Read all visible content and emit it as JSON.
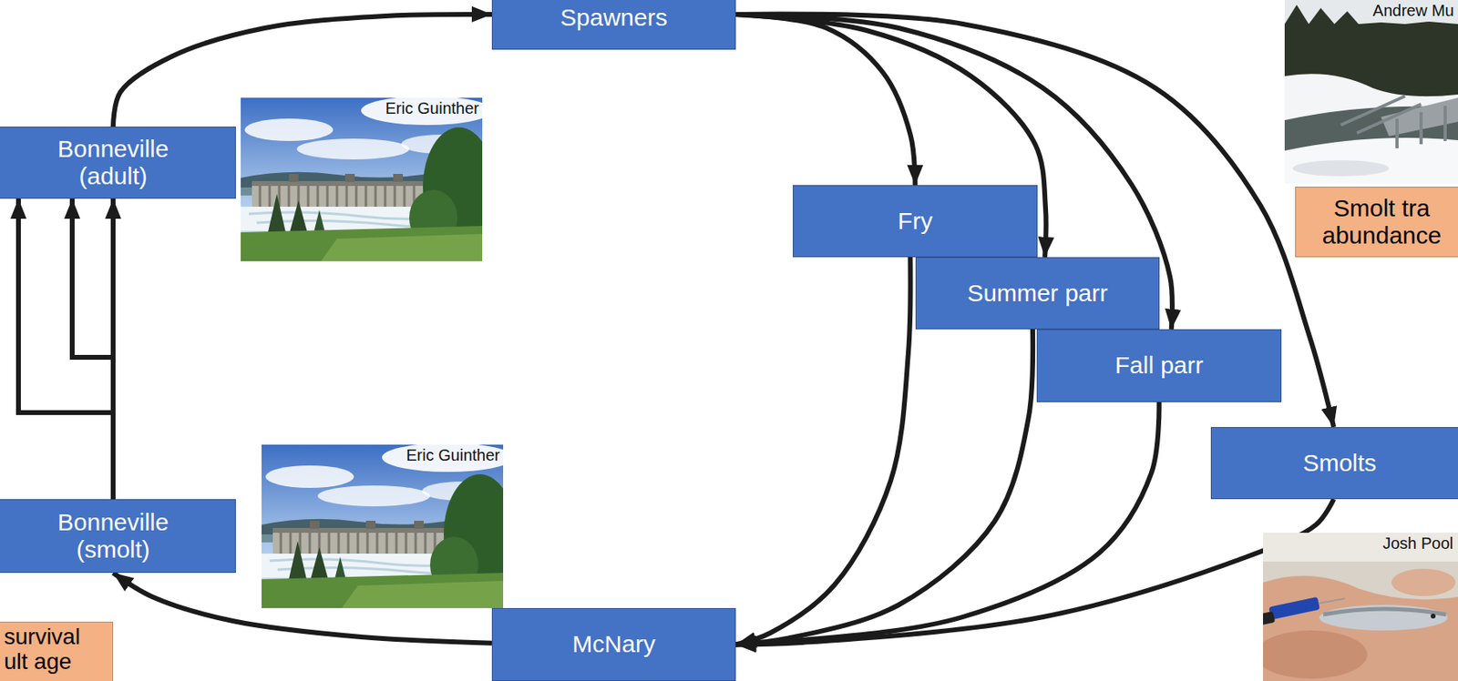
{
  "diagram": {
    "nodes": [
      {
        "text": [
          "Spawners"
        ]
      },
      {
        "text": [
          "Bonneville (adult)"
        ]
      },
      {
        "text": [
          "Fry"
        ]
      },
      {
        "text": [
          "Smolt tra abundance"
        ]
      },
      {
        "text": [
          "Summer parr"
        ]
      },
      {
        "text": [
          "Fall parr"
        ]
      },
      {
        "text": [
          "Smolts"
        ]
      },
      {
        "text": [
          "Bonneville (smolt)"
        ]
      },
      {
        "text": [
          "McNary"
        ]
      },
      {
        "text": [
          "survival ult age"
        ]
      }
    ],
    "edges": [
      {
        "from": 1,
        "to": 0,
        "arrow": "to"
      },
      {
        "from": 0,
        "to": 2,
        "arrow": "to"
      },
      {
        "from": 0,
        "to": 4,
        "arrow": "to"
      },
      {
        "from": 0,
        "to": 5,
        "arrow": "to"
      },
      {
        "from": 0,
        "to": 6,
        "arrow": "to"
      },
      {
        "from": 2,
        "to": 8,
        "arrow": "to"
      },
      {
        "from": 4,
        "to": 8,
        "arrow": "to"
      },
      {
        "from": 5,
        "to": 8,
        "arrow": "to"
      },
      {
        "from": 6,
        "to": 8,
        "arrow": "to"
      },
      {
        "from": 8,
        "to": 7,
        "arrow": "to"
      },
      {
        "from": 7,
        "to": 1,
        "arrow": "to"
      }
    ],
    "labels": [
      "Andrew Mu",
      "Eric Guinther",
      "Eric Guinther",
      "Josh Pool"
    ]
  }
}
